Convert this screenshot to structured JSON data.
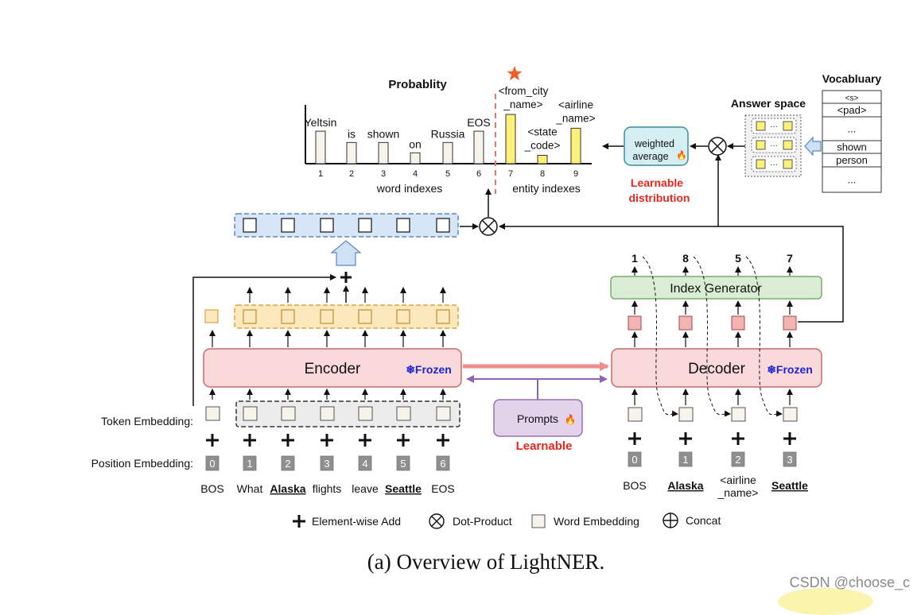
{
  "probability": {
    "title": "Probablity",
    "word_bars": [
      {
        "label": "Yeltsin",
        "index": "1",
        "value": 0.66
      },
      {
        "label": "is",
        "index": "2",
        "value": 0.43
      },
      {
        "label": "shown",
        "index": "3",
        "value": 0.43
      },
      {
        "label": "on",
        "index": "4",
        "value": 0.22
      },
      {
        "label": "Russia",
        "index": "5",
        "value": 0.43
      },
      {
        "label": "EOS",
        "index": "6",
        "value": 0.66
      }
    ],
    "entity_bars": [
      {
        "label_lines": [
          "<from_city",
          "_name>"
        ],
        "index": "7",
        "value": 1.0,
        "starred": true
      },
      {
        "label_lines": [
          "<state",
          "_code>"
        ],
        "index": "8",
        "value": 0.17,
        "starred": false
      },
      {
        "label_lines": [
          "<airline",
          "_name>"
        ],
        "index": "9",
        "value": 0.72,
        "starred": false
      }
    ],
    "word_axis_label": "word indexes",
    "entity_axis_label": "entity indexes"
  },
  "answer_space": {
    "title": "Answer space",
    "rows": [
      "···",
      "···",
      "···"
    ]
  },
  "vocabulary": {
    "title": "Vocabluary",
    "items": [
      "<s>",
      "<pad>",
      "...",
      "shown",
      "person",
      "..."
    ]
  },
  "weighted_average": {
    "line1": "weighted",
    "line2": "average"
  },
  "learnable_distribution": {
    "line1": "Learnable",
    "line2": "distribution"
  },
  "encoder": {
    "label": "Encoder",
    "frozen": "❄Frozen"
  },
  "decoder": {
    "label": "Decoder",
    "frozen": "❄Frozen"
  },
  "index_generator": {
    "label": "Index Generator",
    "outputs": [
      "1",
      "8",
      "5",
      "7"
    ]
  },
  "prompts": {
    "label": "Prompts",
    "caption": "Learnable"
  },
  "row_labels": {
    "token": "Token Embedding:",
    "position": "Position Embedding:"
  },
  "encoder_input": {
    "positions": [
      "0",
      "1",
      "2",
      "3",
      "4",
      "5",
      "6"
    ],
    "tokens": [
      {
        "text": "BOS",
        "emph": false
      },
      {
        "text": "What",
        "emph": false
      },
      {
        "text": "Alaska",
        "emph": true
      },
      {
        "text": "flights",
        "emph": false
      },
      {
        "text": "leave",
        "emph": false
      },
      {
        "text": "Seattle",
        "emph": true
      },
      {
        "text": "EOS",
        "emph": false
      }
    ]
  },
  "decoder_input": {
    "positions": [
      "0",
      "1",
      "2",
      "3"
    ],
    "tokens": [
      {
        "lines": [
          "BOS"
        ],
        "emph": false
      },
      {
        "lines": [
          "Alaska"
        ],
        "emph": true
      },
      {
        "lines": [
          "<airline",
          "_name>"
        ],
        "emph": false
      },
      {
        "lines": [
          "Seattle"
        ],
        "emph": true
      }
    ]
  },
  "legend": {
    "add": "Element-wise Add",
    "dot": "Dot-Product",
    "word": "Word Embedding",
    "concat": "Concat"
  },
  "caption": "(a) Overview of LightNER.",
  "watermark": "CSDN @choose_c",
  "colors": {
    "encoder_fill": "#f9d9d9",
    "encoder_stroke": "#c96a6a",
    "prompts_fill": "#e3d3ea",
    "prompts_stroke": "#9a6fb0",
    "index_gen_fill": "#d9ecd4",
    "weighted_fill": "#d4eef2",
    "blue_bar_fill": "#d6e6f7",
    "yellow_bar_fill": "#fbe8bd",
    "gray_bar_fill": "#ececec",
    "red_text": "#e8261c",
    "frozen_blue": "#1c24d6",
    "star": "#f0612a",
    "bar_word": "#f6f3ea",
    "bar_entity": "#fbf07a",
    "dec_square": "#f2b3b3",
    "pink_arrow": "#ef8c8c",
    "purple_arrow": "#8c66b4",
    "pos_badge": "#8f8f8f"
  }
}
